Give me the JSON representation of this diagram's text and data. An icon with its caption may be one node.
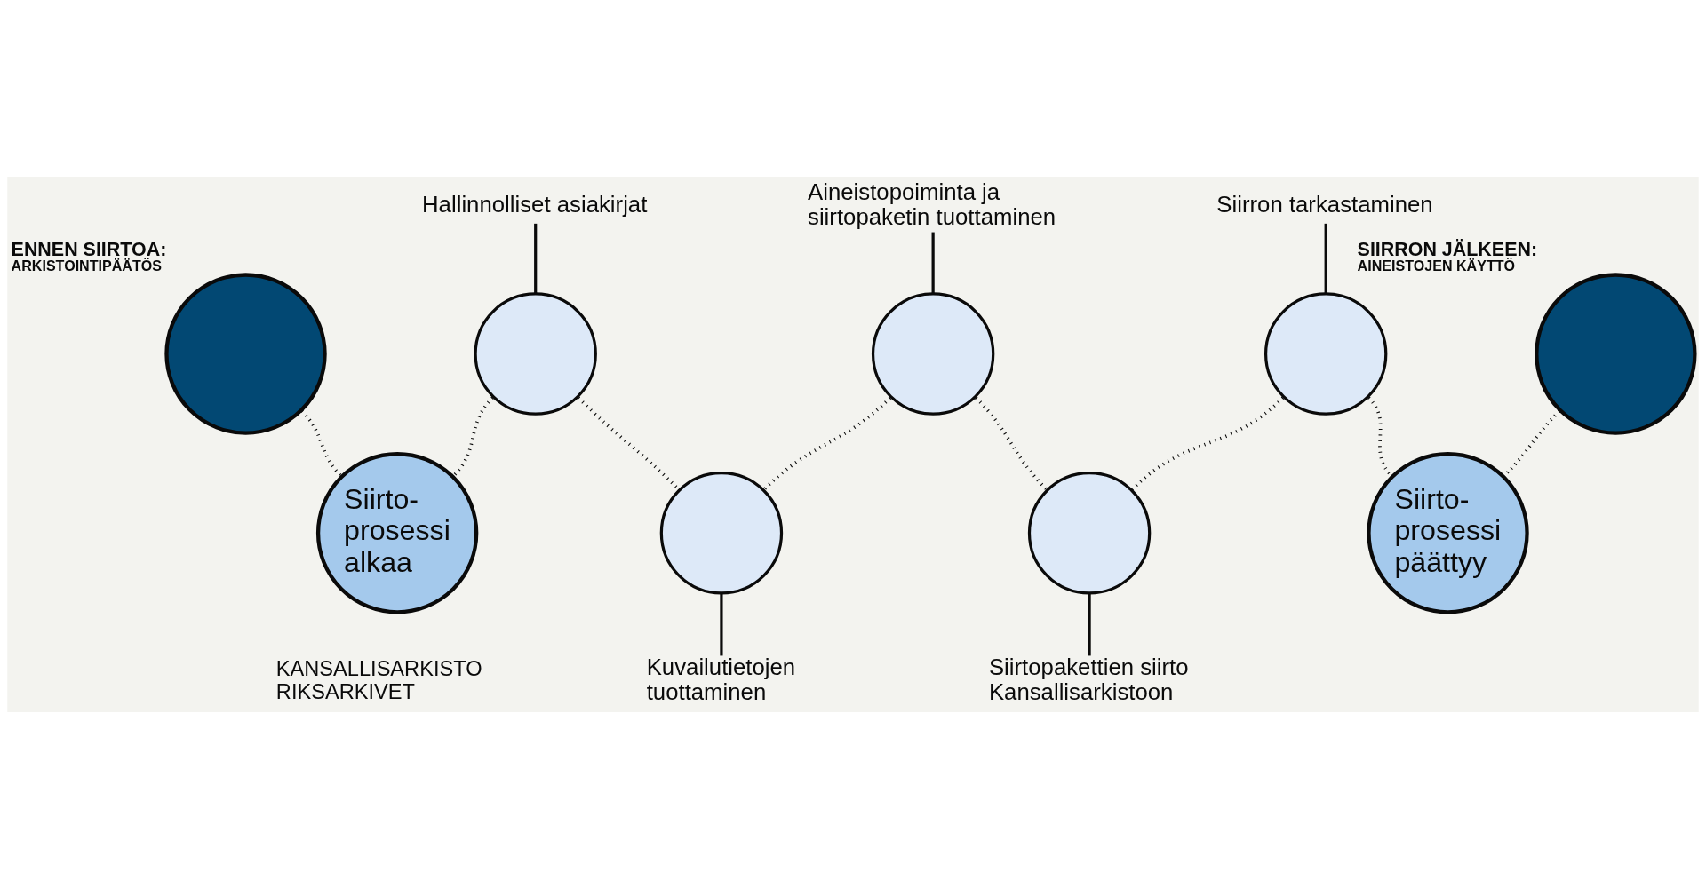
{
  "diagram": {
    "nodes": [
      {
        "text": [
          "ENNEN SIIRTOA:",
          "ARKISTOINTIPÄÄTÖS"
        ]
      },
      {
        "text": [
          "Siirto- prosessi alkaa"
        ]
      },
      {
        "text": [
          "Hallinnolliset asiakirjat"
        ]
      },
      {
        "text": [],
        "shape": "circle"
      },
      {
        "text": [],
        "shape": "circle"
      },
      {
        "text": [
          "Kuvailutietojen tuottaminen"
        ]
      },
      {
        "text": [
          "Aineistopoiminta ja siirtopaketin tuottaminen"
        ]
      },
      {
        "text": [],
        "shape": "circle"
      },
      {
        "text": [],
        "shape": "circle"
      },
      {
        "text": [
          "Siirtopakettien siirto Kansallisarkistoon"
        ]
      },
      {
        "text": [
          "Siirron tarkastaminen"
        ]
      },
      {
        "text": [],
        "shape": "circle"
      },
      {
        "text": [
          "Siirto- prosessi päättyy"
        ]
      },
      {
        "text": [
          "SIIRRON JÄLKEEN:",
          "AINEISTOJEN KÄYTTÖ"
        ]
      }
    ],
    "edges": [
      {
        "from": 0,
        "to": 1,
        "arrow": "none",
        "style": "dashed"
      },
      {
        "from": 1,
        "to": 3,
        "arrow": "none",
        "style": "dashed"
      },
      {
        "from": 2,
        "to": 3,
        "arrow": "none"
      },
      {
        "from": 3,
        "to": 4,
        "arrow": "none",
        "style": "dashed"
      },
      {
        "from": 4,
        "to": 5,
        "arrow": "none"
      },
      {
        "from": 4,
        "to": 7,
        "arrow": "none",
        "style": "dashed"
      },
      {
        "from": 6,
        "to": 7,
        "arrow": "none"
      },
      {
        "from": 7,
        "to": 8,
        "arrow": "none",
        "style": "dashed"
      },
      {
        "from": 8,
        "to": 9,
        "arrow": "none"
      },
      {
        "from": 8,
        "to": 11,
        "arrow": "none",
        "style": "dashed"
      },
      {
        "from": 10,
        "to": 11,
        "arrow": "none"
      },
      {
        "from": 11,
        "to": 12,
        "arrow": "none",
        "style": "dashed"
      },
      {
        "from": 12,
        "to": 13,
        "arrow": "none",
        "style": "dashed"
      }
    ],
    "labels": [
      "KANSALLISARKISTO RIKSARKIVET"
    ]
  }
}
